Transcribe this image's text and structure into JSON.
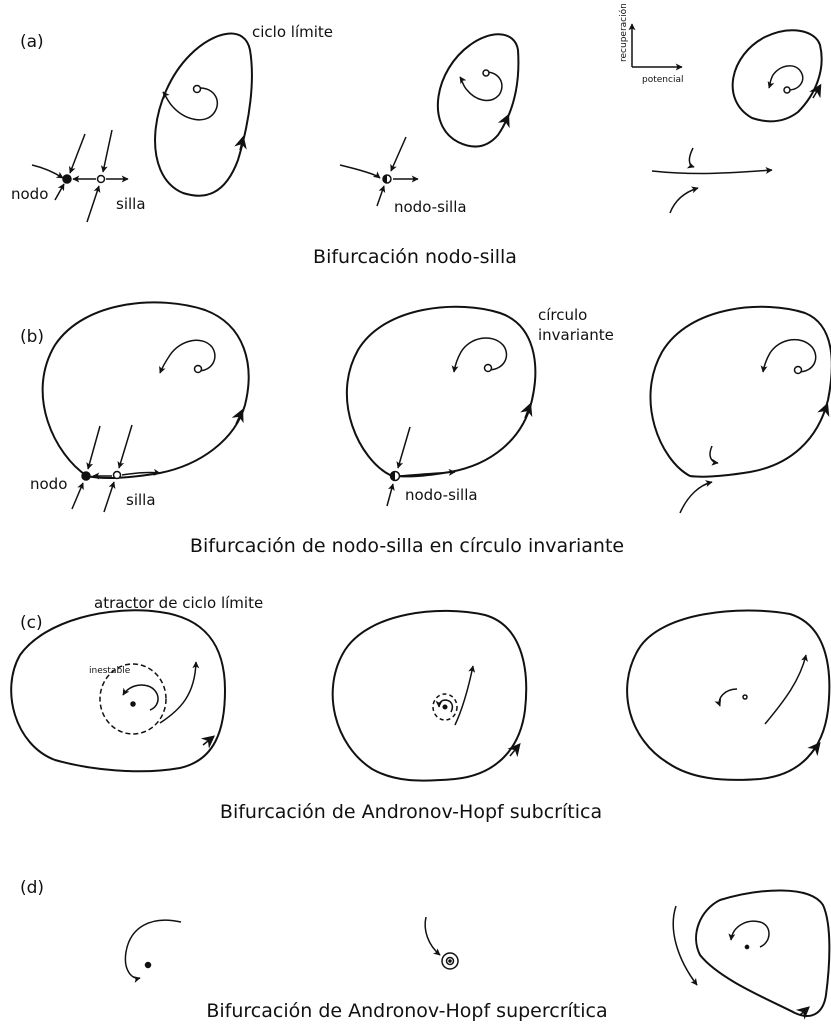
{
  "figure": {
    "panels": [
      {
        "letter": "(a)",
        "title": "Bifurcación nodo-silla",
        "labels": {
          "limit_cycle": "ciclo límite",
          "node": "nodo",
          "saddle": "silla",
          "saddle_node": "nodo-silla"
        },
        "axes_legend": {
          "y": "recuperación",
          "x": "potencial"
        }
      },
      {
        "letter": "(b)",
        "title": "Bifurcación de nodo-silla en círculo invariante",
        "labels": {
          "invariant_circle": "círculo\ninvariante",
          "invariant_circle_line1": "círculo",
          "invariant_circle_line2": "invariante",
          "node": "nodo",
          "saddle": "silla",
          "saddle_node": "nodo-silla"
        }
      },
      {
        "letter": "(c)",
        "title": "Bifurcación de Andronov-Hopf subcrítica",
        "labels": {
          "attractor": "atractor de ciclo límite",
          "unstable": "inestable"
        }
      },
      {
        "letter": "(d)",
        "title": "Bifurcación de Andronov-Hopf supercrítica"
      }
    ]
  }
}
